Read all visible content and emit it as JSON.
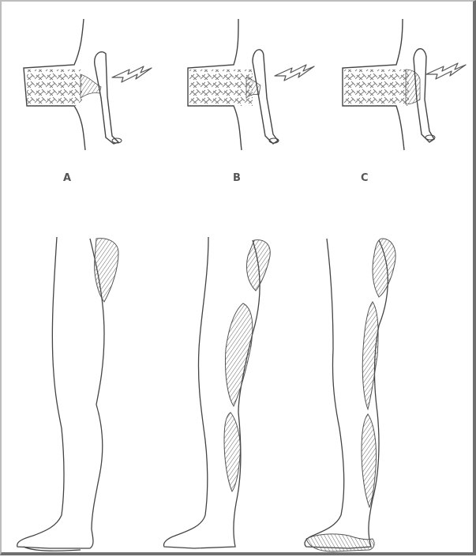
{
  "labels": {
    "a": "A",
    "b": "B",
    "c": "C"
  },
  "colors": {
    "ink": "#444444",
    "hatch": "#666666",
    "frame": "#8a8a8a",
    "background": "#ffffff"
  },
  "icons": [
    "lightning-bolt",
    "nerve-root",
    "vertebral-disc",
    "hatched-dermatome"
  ]
}
